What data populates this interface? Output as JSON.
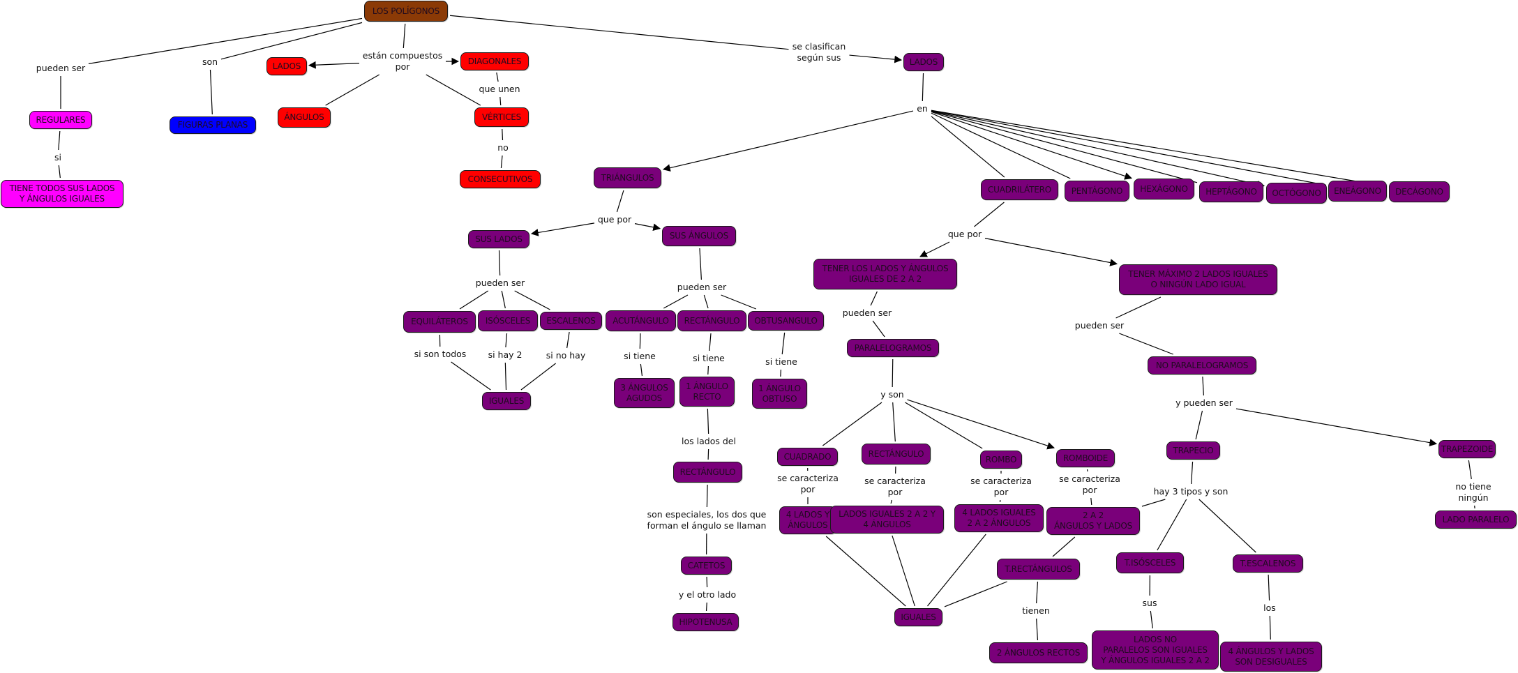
{
  "title": "LOS POLÍGONOS",
  "colors": {
    "root": "#8b3a06",
    "magenta": "#ff00ff",
    "blue": "#0000ff",
    "red": "#ff0000",
    "purple": "#7a007a",
    "line": "#000000"
  },
  "nodes": [
    {
      "id": "root",
      "text": "LOS POLÍGONOS",
      "color": "root"
    },
    {
      "id": "regulares",
      "text": "REGULARES",
      "color": "magenta"
    },
    {
      "id": "tiene_todos",
      "text": "TIENE TODOS SUS LADOS\nY ÁNGULOS IGUALES",
      "color": "magenta"
    },
    {
      "id": "figuras_planas",
      "text": "FIGURAS PLANAS",
      "color": "blue"
    },
    {
      "id": "lados_red",
      "text": "LADOS",
      "color": "red"
    },
    {
      "id": "angulos_red",
      "text": "ÁNGULOS",
      "color": "red"
    },
    {
      "id": "diagonales",
      "text": "DIAGONALES",
      "color": "red"
    },
    {
      "id": "vertices",
      "text": "VÉRTICES",
      "color": "red"
    },
    {
      "id": "consecutivos",
      "text": "CONSECUTIVOS",
      "color": "red"
    },
    {
      "id": "lados_purple",
      "text": "LADOS",
      "color": "purple"
    },
    {
      "id": "triangulos",
      "text": "TRIÁNGULOS",
      "color": "purple"
    },
    {
      "id": "cuadrilatero",
      "text": "CUADRILÁTERO",
      "color": "purple"
    },
    {
      "id": "pentagono",
      "text": "PENTÁGONO",
      "color": "purple"
    },
    {
      "id": "hexagono",
      "text": "HEXÁGONO",
      "color": "purple"
    },
    {
      "id": "heptagono",
      "text": "HEPTÁGONO",
      "color": "purple"
    },
    {
      "id": "octogono",
      "text": "OCTÓGONO",
      "color": "purple"
    },
    {
      "id": "eneagono",
      "text": "ENEÁGONO",
      "color": "purple"
    },
    {
      "id": "decagono",
      "text": "DECÁGONO",
      "color": "purple"
    },
    {
      "id": "sus_lados",
      "text": "SUS LADOS",
      "color": "purple"
    },
    {
      "id": "sus_angulos",
      "text": "SUS ÁNGULOS",
      "color": "purple"
    },
    {
      "id": "equilateros",
      "text": "EQUILÁTEROS",
      "color": "purple"
    },
    {
      "id": "isosceles",
      "text": "ISÓSCELES",
      "color": "purple"
    },
    {
      "id": "escalenos",
      "text": "ESCALENOS",
      "color": "purple"
    },
    {
      "id": "iguales_tri",
      "text": "IGUALES",
      "color": "purple"
    },
    {
      "id": "acutangulo",
      "text": "ACUTÁNGULO",
      "color": "purple"
    },
    {
      "id": "rectangulo_tri",
      "text": "RECTÁNGULO",
      "color": "purple"
    },
    {
      "id": "obtusangulo",
      "text": "OBTUSANGULO",
      "color": "purple"
    },
    {
      "id": "tres_agudos",
      "text": "3 ÁNGULOS\nAGUDOS",
      "color": "purple"
    },
    {
      "id": "un_recto",
      "text": "1 ÁNGULO\nRECTO",
      "color": "purple"
    },
    {
      "id": "un_obtuso",
      "text": "1 ÁNGULO\nOBTUSO",
      "color": "purple"
    },
    {
      "id": "rectangulo_lados",
      "text": "RECTÁNGULO",
      "color": "purple"
    },
    {
      "id": "catetos",
      "text": "CATETOS",
      "color": "purple"
    },
    {
      "id": "hipotenusa",
      "text": "HIPOTENUSA",
      "color": "purple"
    },
    {
      "id": "tener_2a2",
      "text": "TENER LOS LADOS Y ÁNGULOS\nIGUALES DE 2 A 2",
      "color": "purple"
    },
    {
      "id": "tener_max2",
      "text": "TENER MÁXIMO 2 LADOS IGUALES\nO NINGÚN LADO IGUAL",
      "color": "purple"
    },
    {
      "id": "paralelogramos",
      "text": "PARALELOGRAMOS",
      "color": "purple"
    },
    {
      "id": "no_paralelogramos",
      "text": "NO PARALELOGRAMOS",
      "color": "purple"
    },
    {
      "id": "cuadrado",
      "text": "CUADRADO",
      "color": "purple"
    },
    {
      "id": "rectangulo_q",
      "text": "RECTÁNGULO",
      "color": "purple"
    },
    {
      "id": "rombo",
      "text": "ROMBO",
      "color": "purple"
    },
    {
      "id": "romboide",
      "text": "ROMBOIDE",
      "color": "purple"
    },
    {
      "id": "cuatro_lados",
      "text": "4 LADOS Y\nÁNGULOS",
      "color": "purple"
    },
    {
      "id": "lados_iguales_2a2",
      "text": "LADOS IGUALES 2 A 2 Y\n4 ÁNGULOS",
      "color": "purple"
    },
    {
      "id": "cuatro_lados_iguales",
      "text": "4 LADOS IGUALES\n2 A 2 ÁNGULOS",
      "color": "purple"
    },
    {
      "id": "dos_a_dos",
      "text": "2 A 2\nÁNGULOS Y LADOS",
      "color": "purple"
    },
    {
      "id": "iguales_q",
      "text": "IGUALES",
      "color": "purple"
    },
    {
      "id": "trapecio",
      "text": "TRAPECIO",
      "color": "purple"
    },
    {
      "id": "trapezoide",
      "text": "TRAPEZOIDE",
      "color": "purple"
    },
    {
      "id": "lado_paralelo",
      "text": "LADO PARALELO",
      "color": "purple"
    },
    {
      "id": "t_rectangulos",
      "text": "T.RECTÁNGULOS",
      "color": "purple"
    },
    {
      "id": "t_isosceles",
      "text": "T.ISÓSCELES",
      "color": "purple"
    },
    {
      "id": "t_escalenos",
      "text": "T.ESCALENOS",
      "color": "purple"
    },
    {
      "id": "dos_rectos",
      "text": "2 ÁNGULOS RECTOS",
      "color": "purple"
    },
    {
      "id": "lados_no_paralelos",
      "text": "LADOS NO\nPARALELOS SON IGUALES\nY ÁNGULOS IGUALES 2 A 2",
      "color": "purple"
    },
    {
      "id": "cuatro_desiguales",
      "text": "4 ÁNGULOS Y LADOS\nSON DESIGUALES",
      "color": "purple"
    }
  ],
  "links": [
    {
      "id": "l_pueden_ser_1",
      "text": "pueden ser"
    },
    {
      "id": "l_si",
      "text": "si"
    },
    {
      "id": "l_son",
      "text": "son"
    },
    {
      "id": "l_compuestos",
      "text": "están compuestos\npor"
    },
    {
      "id": "l_que_unen",
      "text": "que unen"
    },
    {
      "id": "l_no",
      "text": "no"
    },
    {
      "id": "l_clasifican",
      "text": "se clasifican\nsegún sus"
    },
    {
      "id": "l_en",
      "text": "en"
    },
    {
      "id": "l_que_por_tri",
      "text": "que por"
    },
    {
      "id": "l_pueden_ser_lados",
      "text": "pueden ser"
    },
    {
      "id": "l_pueden_ser_ang",
      "text": "pueden ser"
    },
    {
      "id": "l_si_son_todos",
      "text": "si son todos"
    },
    {
      "id": "l_si_hay_2",
      "text": "si hay 2"
    },
    {
      "id": "l_si_no_hay",
      "text": "si no hay"
    },
    {
      "id": "l_si_tiene_1",
      "text": "si tiene"
    },
    {
      "id": "l_si_tiene_2",
      "text": "si tiene"
    },
    {
      "id": "l_si_tiene_3",
      "text": "si tiene"
    },
    {
      "id": "l_lados_del",
      "text": "los lados del"
    },
    {
      "id": "l_especiales",
      "text": "son especiales, los dos que\nforman el ángulo se llaman"
    },
    {
      "id": "l_otro_lado",
      "text": "y el otro lado"
    },
    {
      "id": "l_que_por_q",
      "text": "que por"
    },
    {
      "id": "l_pueden_ser_par",
      "text": "pueden ser"
    },
    {
      "id": "l_pueden_ser_nopar",
      "text": "pueden ser"
    },
    {
      "id": "l_y_son",
      "text": "y son"
    },
    {
      "id": "l_y_pueden_ser",
      "text": "y pueden ser"
    },
    {
      "id": "l_carac_1",
      "text": "se caracteriza\npor"
    },
    {
      "id": "l_carac_2",
      "text": "se caracteriza\npor"
    },
    {
      "id": "l_carac_3",
      "text": "se caracteriza\npor"
    },
    {
      "id": "l_carac_4",
      "text": "se caracteriza\npor"
    },
    {
      "id": "l_hay_3",
      "text": "hay 3 tipos y son"
    },
    {
      "id": "l_no_tiene",
      "text": "no tiene ningún"
    },
    {
      "id": "l_tienen",
      "text": "tienen"
    },
    {
      "id": "l_sus",
      "text": "sus"
    },
    {
      "id": "l_los",
      "text": "los"
    }
  ]
}
